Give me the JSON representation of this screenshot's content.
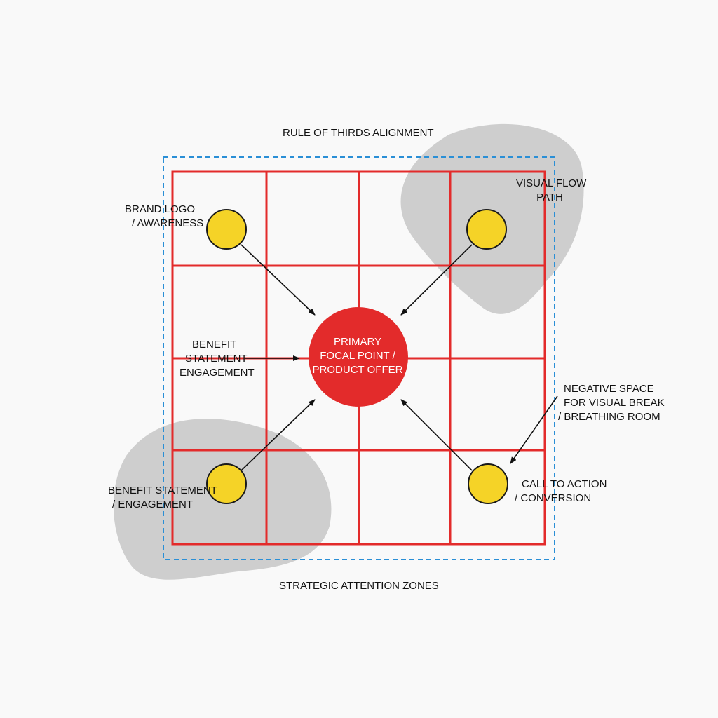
{
  "title": "RULE OF THIRDS ALIGNMENT",
  "footer": "STRATEGIC ATTENTION ZONES",
  "focal": {
    "lines": [
      "PRIMARY",
      "FOCAL POINT /",
      "PRODUCT OFFER"
    ]
  },
  "labels": {
    "brand": [
      "BRAND LOGO",
      "/ AWARENESS"
    ],
    "flow": [
      "VISUAL FLOW",
      "PATH"
    ],
    "benefit_mid": [
      "BENEFIT",
      "STATEMENT",
      "ENGAGEMENT"
    ],
    "negative": [
      "NEGATIVE SPACE",
      "FOR VISUAL BREAK",
      "/ BREATHING ROOM"
    ],
    "benefit_bottom": [
      "BENEFIT STATEMENT",
      "/ ENGAGEMENT"
    ],
    "cta": [
      "CALL TO ACTION",
      "/ CONVERSION"
    ]
  },
  "colors": {
    "grid": "#e32b2b",
    "focal": "#e32b2b",
    "node": "#f5d327",
    "node_stroke": "#1a1a1a",
    "blob": "#c9c9c9",
    "dashed_frame": "#2a8fd6",
    "arrow": "#111111"
  }
}
